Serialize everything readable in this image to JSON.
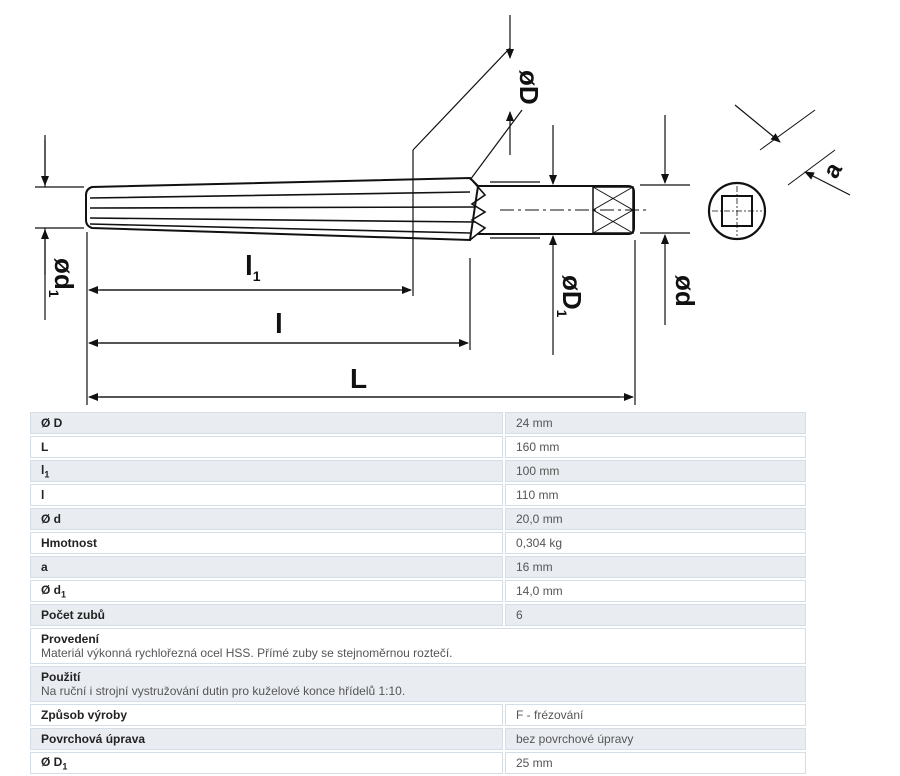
{
  "drawing": {
    "labels": {
      "D": "øD",
      "l1": "l",
      "l1_sub": "1",
      "l": "l",
      "L": "L",
      "d1": "ød",
      "d1_sub": "1",
      "D1": "øD",
      "D1_sub": "1",
      "d": "ød",
      "a": "a"
    }
  },
  "specs": {
    "rows": [
      {
        "label": "Ø D",
        "value": "24 mm"
      },
      {
        "label": "L",
        "value": "160 mm"
      },
      {
        "label": "l",
        "sub": "1",
        "value": "100 mm"
      },
      {
        "label": "l",
        "value": "110 mm"
      },
      {
        "label": "Ø d",
        "value": "20,0 mm"
      },
      {
        "label": "Hmotnost",
        "value": "0,304 kg"
      },
      {
        "label": "a",
        "value": "16 mm"
      },
      {
        "label": "Ø d",
        "sub": "1",
        "value": "14,0 mm"
      },
      {
        "label": "Počet zubů",
        "value": "6"
      }
    ],
    "provedeni": {
      "title": "Provedení",
      "text": "Materiál výkonná rychlořezná ocel HSS. Přímé zuby se stejnoměrnou roztečí."
    },
    "pouziti": {
      "title": "Použití",
      "text": "Na ruční i strojní vystružování dutin pro kuželové konce hřídelů 1:10."
    },
    "rows2": [
      {
        "label": "Způsob výroby",
        "value": "F - frézování"
      },
      {
        "label": "Povrchová úprava",
        "value": "bez povrchové úpravy"
      },
      {
        "label": "Ø D",
        "sub": "1",
        "value": "25 mm"
      }
    ]
  }
}
